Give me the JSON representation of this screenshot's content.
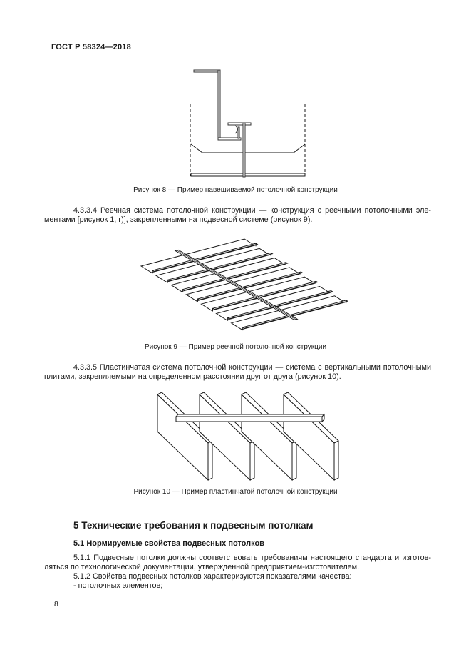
{
  "page": {
    "doc_number": "ГОСТ Р 58324—2018",
    "page_number": "8"
  },
  "content": {
    "figure_8": {
      "caption": "Рисунок 8 — Пример навешиваемой потолочной конструкции"
    },
    "para_4_3_3_4": {
      "lines": [
        "4.3.3.4 Реечная система потолочной конструкции — конструкция с реечными потолочными эле-",
        "ментами [рисунок 1, г)], закрепленными на подвесной системе (рисунок 9)."
      ]
    },
    "figure_9": {
      "caption": "Рисунок 9 — Пример реечной потолочной конструкции"
    },
    "para_4_3_3_5": {
      "lines": [
        "4.3.3.5 Пластинчатая система потолочной конструкции — система с вертикальными потолочными",
        "плитами, закрепляемыми на определенном расстоянии друг от друга (рисунок 10)."
      ]
    },
    "figure_10": {
      "caption": "Рисунок 10 — Пример пластинчатой потолочной конструкции"
    },
    "section_5": {
      "heading": "5 Технические требования к подвесным потолкам",
      "subheading_5_1": "5.1 Нормируемые свойства подвесных потолков",
      "para_5_1_1": {
        "lines": [
          "5.1.1 Подвесные потолки должны соответствовать требованиям настоящего стандарта и изготов-",
          "ляться по технологической документации, утвержденной предприятием-изготовителем."
        ]
      },
      "para_5_1_2": "5.1.2 Свойства подвесных потолков характеризуются показателями качества:",
      "list_items": [
        "- потолочных элементов;"
      ]
    }
  }
}
